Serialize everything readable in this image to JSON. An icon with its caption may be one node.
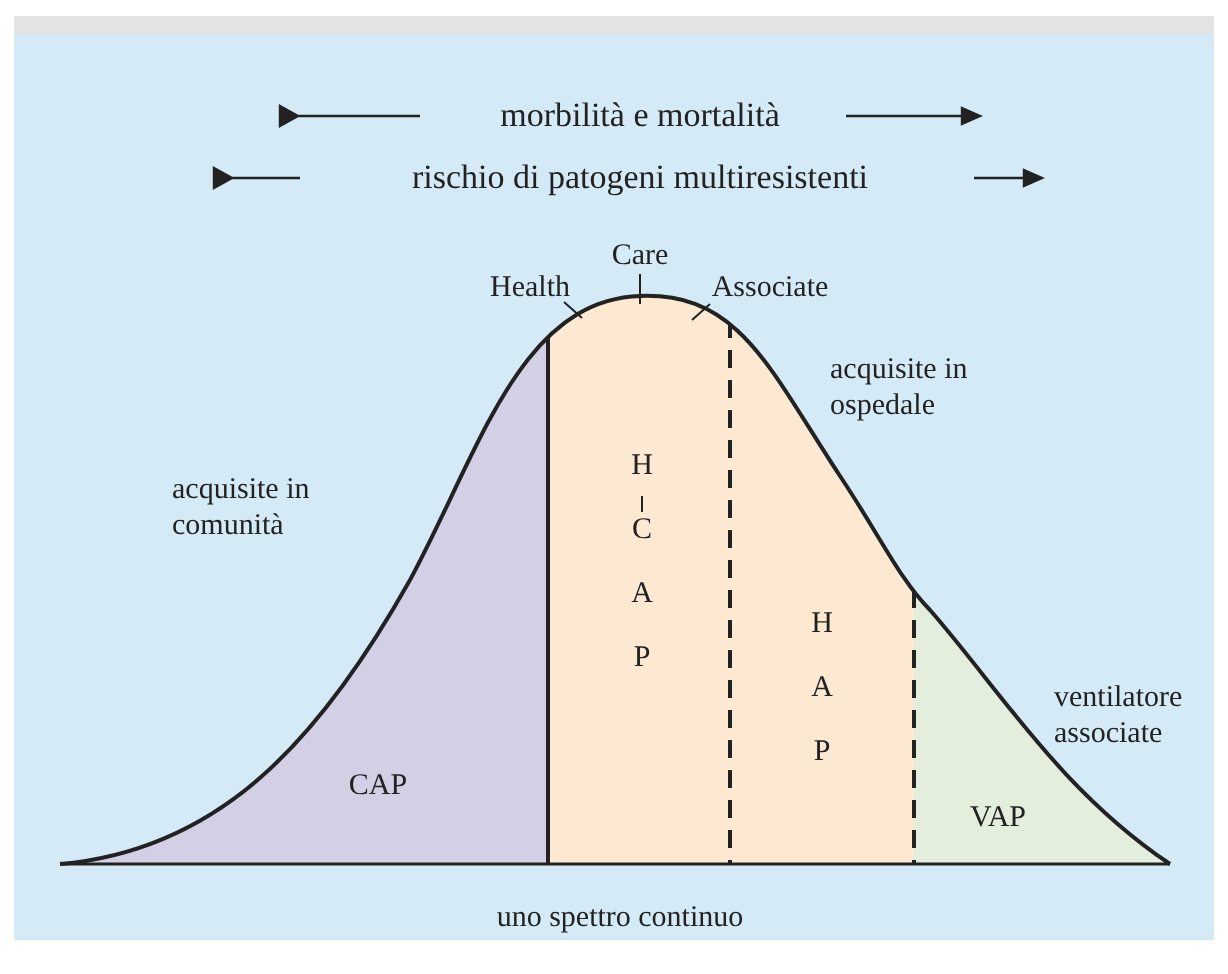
{
  "diagram": {
    "labels": [
      "morbilità e mortalità",
      "rischio di patogeni multiresistenti",
      "Care",
      "Health",
      "Associate",
      "acquisite in ospedale",
      "acquisite in comunità",
      "HCAP",
      "HAP",
      "ventilatore associate",
      "CAP",
      "VAP",
      "uno spettro continuo"
    ]
  }
}
